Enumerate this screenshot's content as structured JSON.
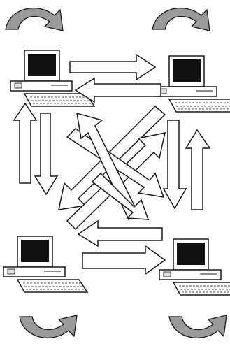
{
  "diagram": {
    "description_nodes": [
      {
        "id": "top-left-computer"
      },
      {
        "id": "top-right-computer"
      },
      {
        "id": "bottom-left-computer"
      },
      {
        "id": "bottom-right-computer"
      }
    ],
    "colors": {
      "background": "#ffffff",
      "stroke": "#1a1a1a",
      "fill": "#ffffff",
      "screen": "#111111",
      "curved_arrow_fill": "#9a9a9a"
    },
    "icons": [
      "computer-icon",
      "curved-arrow-icon",
      "block-arrow-icon"
    ]
  }
}
